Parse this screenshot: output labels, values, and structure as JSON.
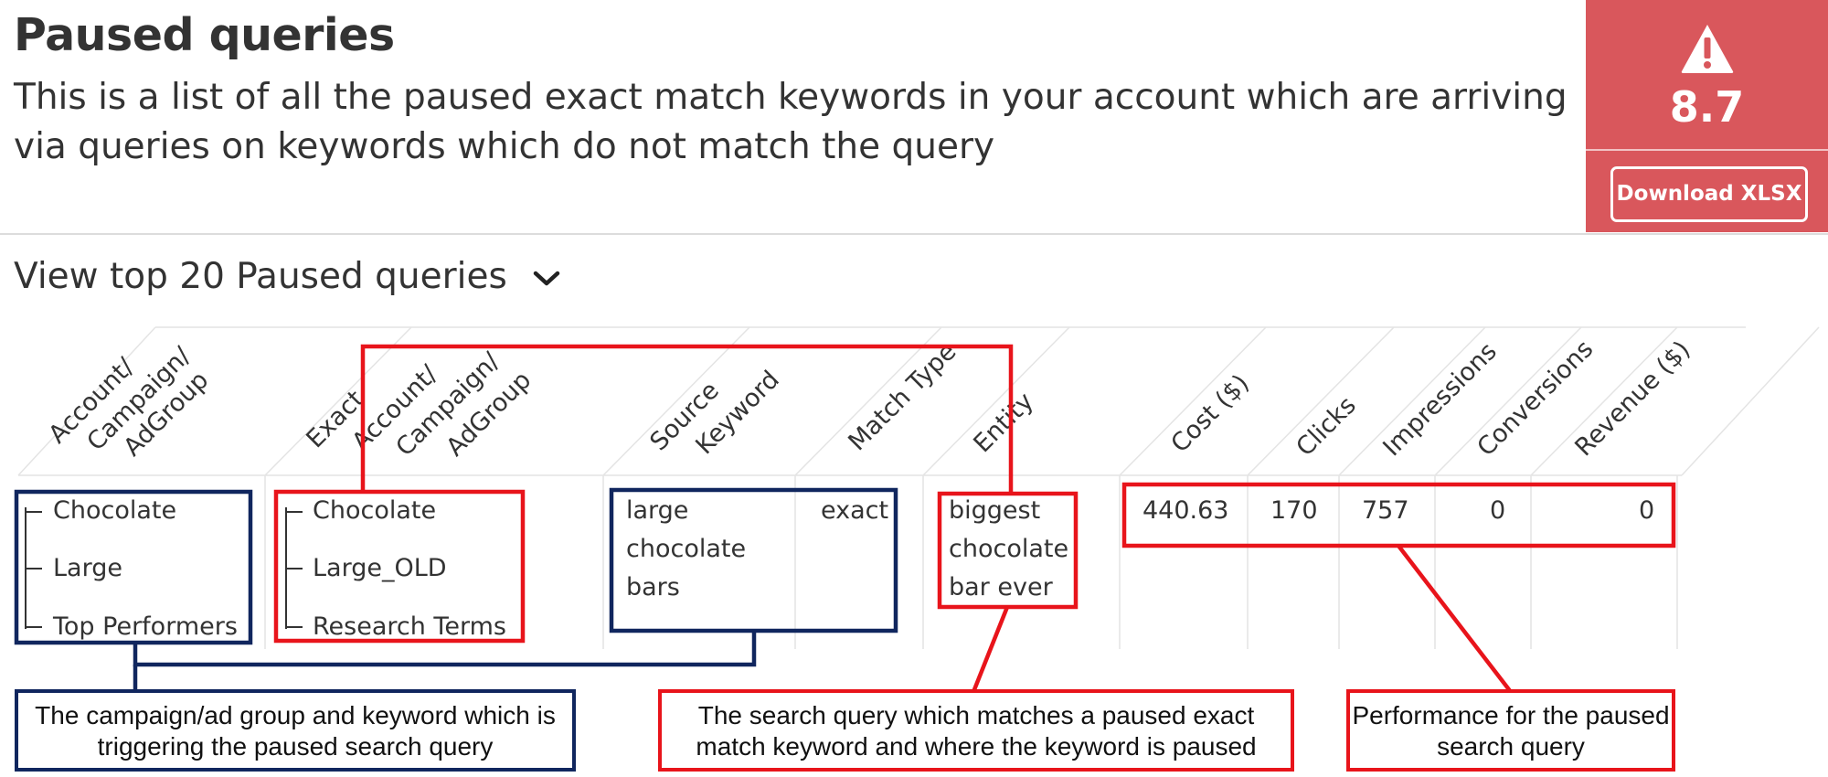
{
  "header": {
    "title": "Paused queries",
    "description": "This is a list of all the paused exact match keywords in your account which are arriving via queries on keywords which do not match the query",
    "score": "8.7",
    "download_label": "Download XLSX"
  },
  "view_toggle": {
    "label": "View top 20 Paused queries",
    "icon": "chevron-down-icon"
  },
  "columns": [
    {
      "lines": [
        "Account/",
        "Campaign/",
        "AdGroup"
      ]
    },
    {
      "lines": [
        "Exact",
        "Account/",
        "Campaign/",
        "AdGroup"
      ]
    },
    {
      "lines": [
        "Source",
        "Keyword"
      ]
    },
    {
      "lines": [
        "Match Type"
      ]
    },
    {
      "lines": [
        "Entity"
      ]
    },
    {
      "lines": [
        "Cost ($)"
      ]
    },
    {
      "lines": [
        "Clicks"
      ]
    },
    {
      "lines": [
        "Impressions"
      ]
    },
    {
      "lines": [
        "Conversions"
      ]
    },
    {
      "lines": [
        "Revenue ($)"
      ]
    }
  ],
  "row": {
    "source_tree": [
      "Chocolate",
      "Large",
      "Top Performers"
    ],
    "exact_tree": [
      "Chocolate",
      "Large_OLD",
      "Research Terms"
    ],
    "source_keyword": [
      "large",
      "chocolate",
      "bars"
    ],
    "match_type": "exact",
    "entity": [
      "biggest",
      "chocolate",
      "bar ever"
    ],
    "cost": "440.63",
    "clicks": "170",
    "impressions": "757",
    "conversions": "0",
    "revenue": "0"
  },
  "annotations": {
    "blue_note": "The campaign/ad group and keyword which is triggering the paused search query",
    "red_note_query": "The search query which matches a paused exact match keyword and where the keyword is paused",
    "red_note_perf": "Performance for the paused search query"
  },
  "colors": {
    "score_bg": "#d9575c",
    "annotation_red": "#e8141b",
    "annotation_blue": "#10265e",
    "text": "#333333"
  }
}
